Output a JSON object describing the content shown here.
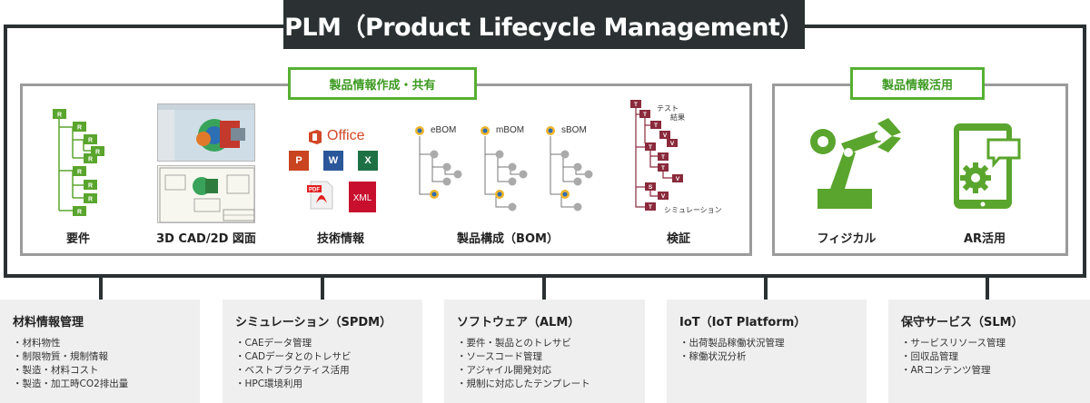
{
  "title": "PLM（Product Lifecycle Management）",
  "left_panel": {
    "tag": "製品情報作成・共有",
    "items": [
      {
        "label": "要件"
      },
      {
        "label": "3D CAD/2D 図面"
      },
      {
        "label": "技術情報"
      },
      {
        "label": "製品構成（BOM）"
      },
      {
        "label": "検証"
      }
    ],
    "office_label": "Office",
    "pdf_label": "PDF",
    "xml_label": "XML",
    "app_letters": [
      "P",
      "W",
      "X"
    ],
    "bom_labels": [
      "eBOM",
      "mBOM",
      "sBOM"
    ],
    "verify_labels": [
      "テスト",
      "結果",
      "シミュレーション"
    ],
    "req_node_letter": "R",
    "verify_letters": {
      "t": "T",
      "v": "V",
      "s": "S"
    }
  },
  "right_panel": {
    "tag": "製品情報活用",
    "items": [
      {
        "label": "フィジカル"
      },
      {
        "label": "AR活用"
      }
    ]
  },
  "cards": [
    {
      "title": "材料情報管理",
      "items": [
        "・材料物性",
        "・制限物質・規制情報",
        "・製造・材料コスト",
        "・製造・加工時CO2排出量"
      ]
    },
    {
      "title": "シミュレーション（SPDM）",
      "items": [
        "・CAEデータ管理",
        "・CADデータとのトレサビ",
        "・ベストプラクティス活用",
        "・HPC環境利用"
      ]
    },
    {
      "title": "ソフトウェア（ALM）",
      "items": [
        "・要件・製品とのトレサビ",
        "・ソースコード管理",
        "・アジャイル開発対応",
        "・規制に対応したテンプレート"
      ]
    },
    {
      "title": "IoT（IoT Platform）",
      "items": [
        "・出荷製品稼働状況管理",
        "・稼働状況分析"
      ]
    },
    {
      "title": "保守サービス（SLM）",
      "items": [
        "・サービスリソース管理",
        "・回収品管理",
        "・ARコンテンツ管理"
      ]
    }
  ],
  "colors": {
    "dark": "#2b3133",
    "green": "#56b032",
    "green_icon": "#5aa52d",
    "maroon": "#8a2a3c",
    "card_bg": "#efefef",
    "border_gray": "#9b9b9b"
  }
}
